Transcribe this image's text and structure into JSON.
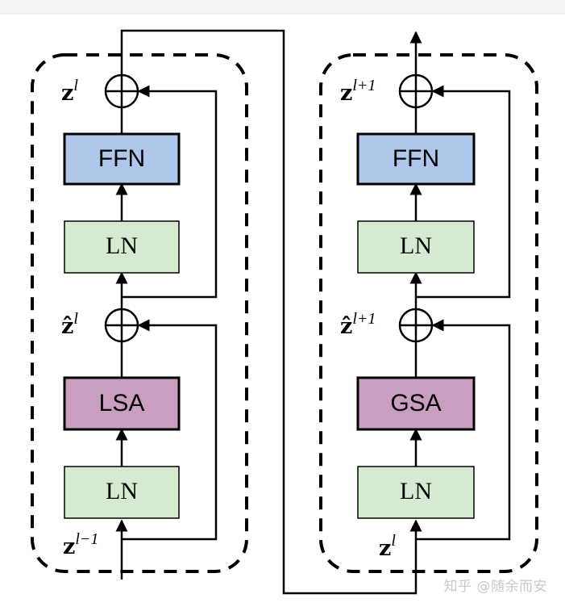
{
  "colors": {
    "ffn": "#aec7ea",
    "ln": "#d6ead2",
    "sa": "#c89fc0",
    "stroke": "#000000"
  },
  "left_block": {
    "top_sum_label": {
      "base": "z",
      "sup": "l"
    },
    "mid_sum_label": {
      "base": "ẑ",
      "sup": "l"
    },
    "input_label": {
      "base": "z",
      "sup": "l−1"
    },
    "ffn": "FFN",
    "ln_top": "LN",
    "attention": "LSA",
    "ln_bottom": "LN"
  },
  "right_block": {
    "top_sum_label": {
      "base": "z",
      "sup": "l+1"
    },
    "mid_sum_label": {
      "base": "ẑ",
      "sup": "l+1"
    },
    "input_label": {
      "base": "z",
      "sup": "l"
    },
    "ffn": "FFN",
    "ln_top": "LN",
    "attention": "GSA",
    "ln_bottom": "LN"
  },
  "watermark": "知乎 @随余而安"
}
